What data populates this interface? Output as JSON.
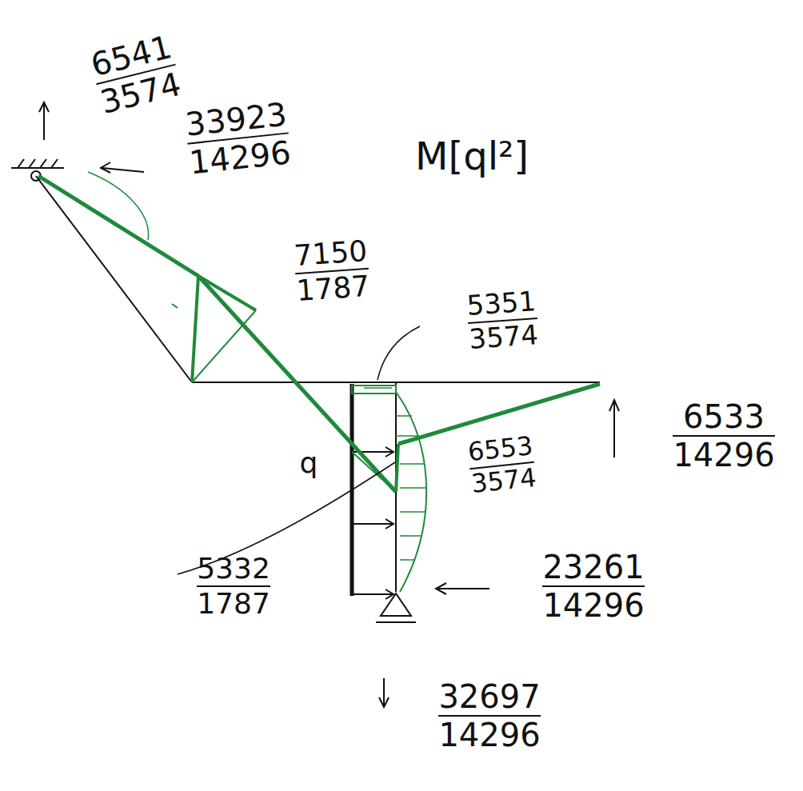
{
  "diagram": {
    "labels": [
      "6541",
      "3574",
      "33923",
      "14296",
      "M[ql²]",
      "7150",
      "1787",
      "5351",
      "3574",
      "6533",
      "14296",
      "6553",
      "3574",
      "q",
      "5332",
      "1787",
      "23261",
      "14296",
      "32697",
      "14296"
    ]
  }
}
